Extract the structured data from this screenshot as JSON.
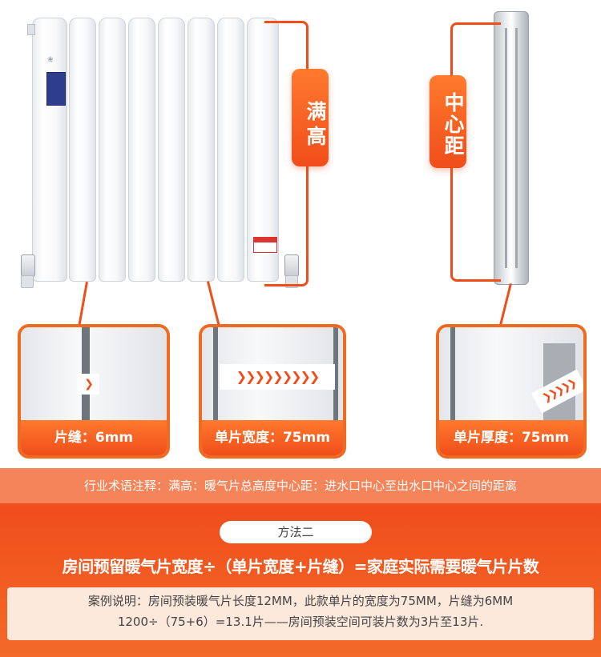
{
  "callouts": {
    "full_height": "满高",
    "center_distance": "中心距"
  },
  "detail_panels": [
    {
      "caption": "片缝：6mm",
      "arrows": "❯"
    },
    {
      "caption": "单片宽度：75mm",
      "arrows": "❯❯❯❯❯❯❯❯❯"
    },
    {
      "caption": "单片厚度：75mm",
      "arrows": "❯❯❯❯❯"
    }
  ],
  "terminology": "行业术语注释：满高：暖气片总高度中心距：进水口中心至出水口中心之间的距离",
  "method": {
    "title": "方法二",
    "formula": "房间预留暖气片宽度÷（单片宽度+片缝）=家庭实际需要暖气片片数",
    "case_line1": "案例说明：房间预装暖气片长度12MM，此款单片的宽度为75MM，片缝为6MM",
    "case_line2": "1200÷（75+6）=13.1片——房间预装空间可装片数为3片至13片."
  },
  "colors": {
    "accent": "#f04d1a",
    "accent_light": "#ff7a2e",
    "band_light": "#f5845a",
    "case_bg": "#fde8dc"
  }
}
